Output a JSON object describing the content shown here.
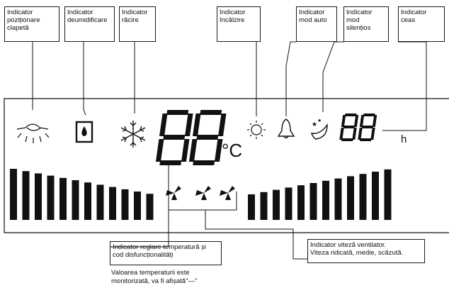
{
  "labels": {
    "flap": [
      "Indicator",
      "poziționare",
      "clapetă"
    ],
    "dehumidify": [
      "Indicator",
      "deumidificare"
    ],
    "cooling": [
      "Indicator",
      "răcire"
    ],
    "heating": [
      "Indicator",
      "încălzire"
    ],
    "auto": [
      "Indicator",
      "mod auto"
    ],
    "silent": [
      "Indicator",
      "mod",
      "silențios"
    ],
    "clock": [
      "Indicator",
      "ceas"
    ],
    "temp_adjust": [
      "Indicator reglare temperatură și",
      "cod disfuncționalități"
    ],
    "fan_speed": [
      "Indicator viteză ventilator.",
      "Viteza ridicată, medie, scăzută."
    ]
  },
  "note": [
    "Valoarea temperaturii este",
    "monitorizată, va fi afișată\"—\""
  ],
  "display": {
    "temp_digits": "88",
    "temp_unit": "°C",
    "clock_digits": "88",
    "clock_unit": "h",
    "left_bar_count": 12,
    "right_bar_count": 12
  },
  "icons": [
    "flap-icon",
    "dehumidify-icon",
    "snowflake-icon",
    "sun-icon",
    "bell-icon",
    "moon-stars-icon",
    "fan-icon"
  ]
}
